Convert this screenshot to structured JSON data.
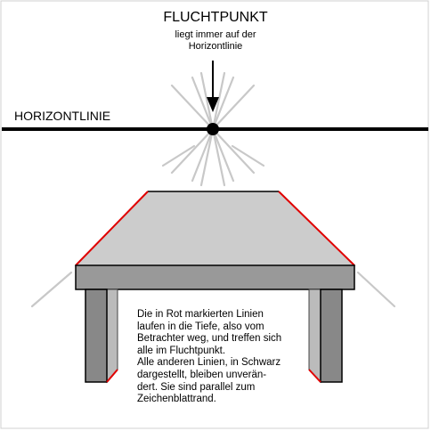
{
  "title": "FLUCHTPUNKT",
  "subtitle_lines": [
    "liegt immer auf der",
    "Horizontlinie"
  ],
  "horizon_label": "HORIZONTLINIE",
  "note_lines": [
    "Die in Rot markierten Linien",
    "laufen in die Tiefe, also vom",
    "Betrachter weg, und treffen sich",
    "alle im Fluchtpunkt.",
    "Alle anderen Linien, in Schwarz",
    "dargestellt, bleiben unverän-",
    "dert. Sie sind parallel zum",
    "Zeichenblattrand."
  ],
  "colors": {
    "depth_lines": "#e00000",
    "table_top": "#cccccc",
    "legs": "#888888",
    "ray_lines": "#c8c8c8",
    "outline": "#000000"
  }
}
